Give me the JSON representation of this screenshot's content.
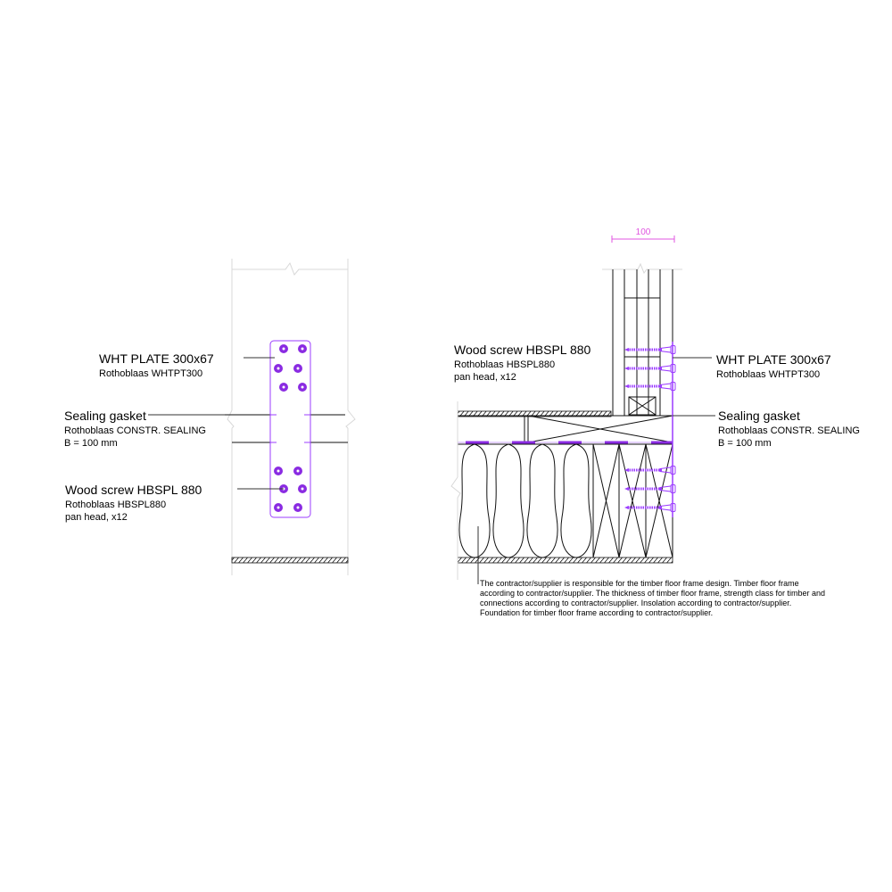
{
  "left_detail": {
    "plate_label": "WHT PLATE 300x67",
    "plate_sub": "Rothoblaas WHTPT300",
    "gasket_label": "Sealing gasket",
    "gasket_sub": "Rothoblaas CONSTR. SEALING",
    "gasket_width": "B = 100 mm",
    "screw_label": "Wood screw HBSPL 880",
    "screw_sub": "Rothoblaas HBSPL880",
    "screw_qty": "pan head, x12"
  },
  "right_detail": {
    "dimension": "100",
    "screw_label": "Wood screw HBSPL 880",
    "screw_sub": "Rothoblaas HBSPL880",
    "screw_qty": "pan head, x12",
    "plate_label": "WHT PLATE 300x67",
    "plate_sub": "Rothoblaas WHTPT300",
    "gasket_label": "Sealing gasket",
    "gasket_sub": "Rothoblaas CONSTR. SEALING",
    "gasket_width": "B = 100 mm",
    "note": [
      "The contractor/supplier is responsible for the timber floor frame design. Timber floor frame",
      "according to contractor/supplier. The thickness of timber floor frame, strength class for timber and",
      "connections according to contractor/supplier. Insolation according to contractor/supplier.",
      "Foundation for timber floor frame according to contractor/supplier."
    ]
  },
  "colors": {
    "accent": "#9b3cff",
    "screw_fill": "#8a2be2",
    "dimension": "#e055e0"
  }
}
